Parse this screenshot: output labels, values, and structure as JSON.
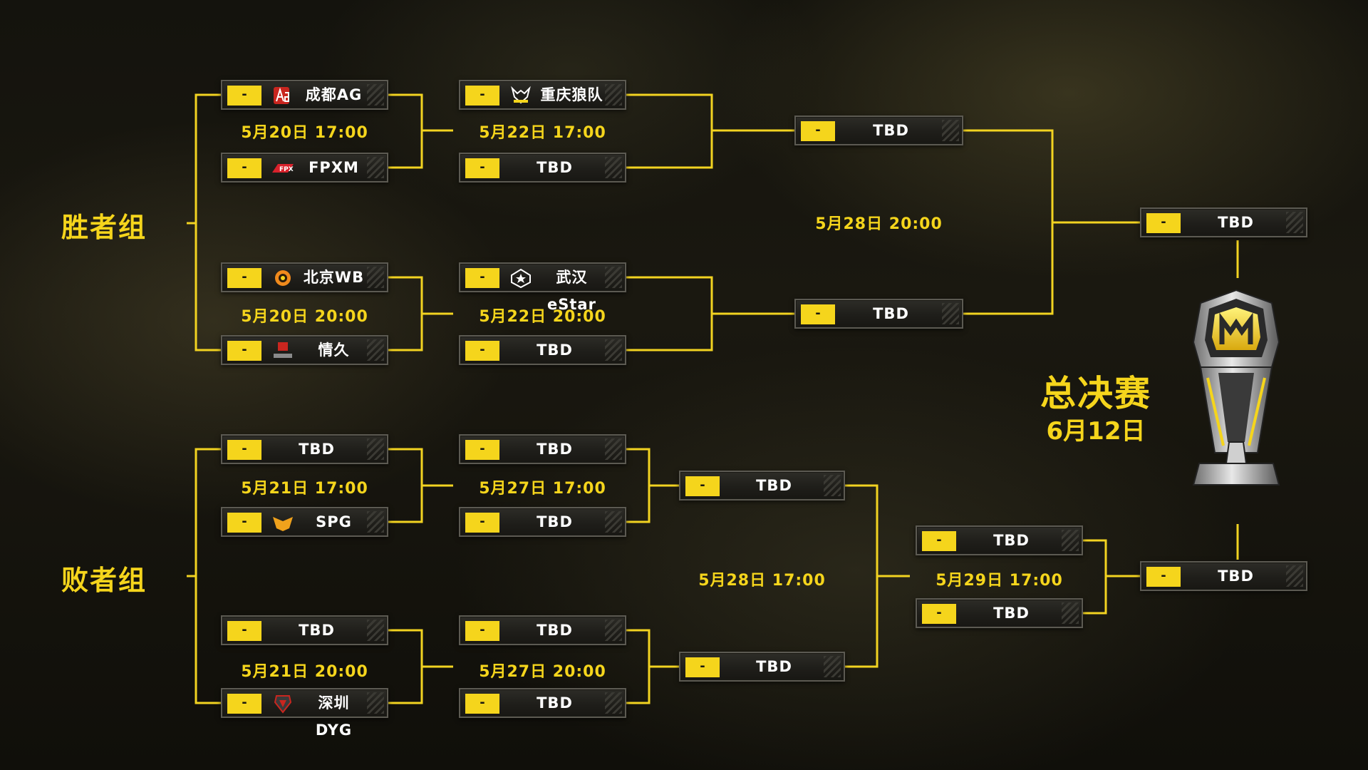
{
  "colors": {
    "accent": "#f5d51c",
    "slot_bg": "#1f1e1a",
    "slot_border": "#5c5a52",
    "line": "#f2d321"
  },
  "groups": {
    "winners": "胜者组",
    "losers": "败者组"
  },
  "final": {
    "title": "总决赛",
    "date": "6月12日"
  },
  "score_placeholder": "-",
  "matches": {
    "w_r1_m1": {
      "date": "5月20日 17:00",
      "team_a": {
        "name": "成都AG",
        "logo": "ag-logo"
      },
      "team_b": {
        "name": "FPXM",
        "logo": "fpx-logo"
      }
    },
    "w_r1_m2": {
      "date": "5月20日 20:00",
      "team_a": {
        "name": "北京WB",
        "logo": "wb-logo"
      },
      "team_b": {
        "name": "情久",
        "logo": "qingjiu-logo"
      }
    },
    "w_r2_m1": {
      "date": "5月22日 17:00",
      "team_a": {
        "name": "重庆狼队",
        "logo": "wolves-logo"
      },
      "team_b": {
        "name": "TBD"
      }
    },
    "w_r2_m2": {
      "date": "5月22日 20:00",
      "team_a": {
        "name": "武汉eStar",
        "logo": "estar-logo"
      },
      "team_b": {
        "name": "TBD"
      }
    },
    "w_final": {
      "date": "5月28日 20:00",
      "team_a": {
        "name": "TBD"
      },
      "team_b": {
        "name": "TBD"
      }
    },
    "l_r1_m1": {
      "date": "5月21日 17:00",
      "team_a": {
        "name": "TBD"
      },
      "team_b": {
        "name": "SPG",
        "logo": "spg-logo"
      }
    },
    "l_r1_m2": {
      "date": "5月21日 20:00",
      "team_a": {
        "name": "TBD"
      },
      "team_b": {
        "name": "深圳DYG",
        "logo": "dyg-logo"
      }
    },
    "l_r2_m1": {
      "date": "5月27日 17:00",
      "team_a": {
        "name": "TBD"
      },
      "team_b": {
        "name": "TBD"
      }
    },
    "l_r2_m2": {
      "date": "5月27日 20:00",
      "team_a": {
        "name": "TBD"
      },
      "team_b": {
        "name": "TBD"
      }
    },
    "l_r3": {
      "date": "5月28日 17:00",
      "team_a": {
        "name": "TBD"
      },
      "team_b": {
        "name": "TBD"
      }
    },
    "l_final": {
      "date": "5月29日 17:00",
      "team_a": {
        "name": "TBD"
      },
      "team_b": {
        "name": "TBD"
      }
    },
    "grand_final": {
      "team_a": {
        "name": "TBD"
      },
      "team_b": {
        "name": "TBD"
      }
    }
  }
}
